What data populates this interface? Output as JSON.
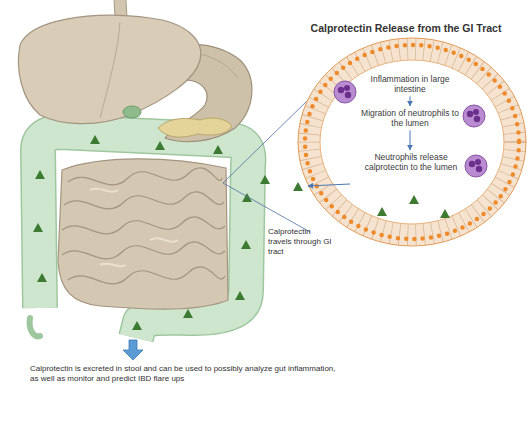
{
  "diagram": {
    "title": "Calprotectin Release from the GI Tract",
    "nodes": [
      {
        "text": [
          "Inflammation in large intestine"
        ]
      },
      {
        "text": [
          "Migration of neutrophils to the lumen"
        ]
      },
      {
        "text": [
          "Neutrophils release calprotectin to the lumen"
        ]
      }
    ],
    "edges": [
      {
        "from": 0,
        "to": 1,
        "arrow": "to"
      },
      {
        "from": 1,
        "to": 2,
        "arrow": "to"
      }
    ],
    "labels": [
      "Calprotectin travels through GI tract",
      "Calprotectin is excreted in stool and can be used to possibly analyze gut inflammation, as well as monitor and predict IBD flare ups"
    ]
  }
}
